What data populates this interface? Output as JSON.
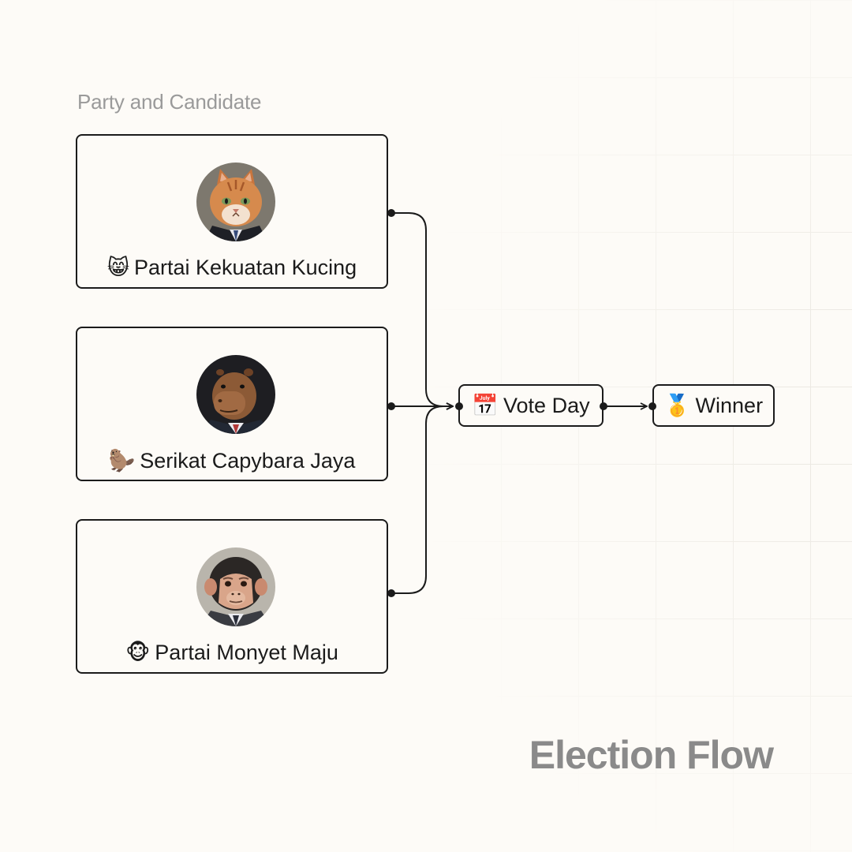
{
  "section_label": "Party and Candidate",
  "parties": [
    {
      "emoji": "😸",
      "name": "Partai Kekuatan Kucing",
      "avatar_icon": "cat-candidate-avatar"
    },
    {
      "emoji": "🦫",
      "name": "Serikat Capybara Jaya",
      "avatar_icon": "capybara-candidate-avatar"
    },
    {
      "emoji": "🐵",
      "name": "Partai Monyet Maju",
      "avatar_icon": "monkey-candidate-avatar"
    }
  ],
  "vote_day": {
    "emoji": "📅",
    "label": "Vote Day"
  },
  "winner": {
    "emoji": "🥇",
    "label": "Winner"
  },
  "footer_title": "Election Flow",
  "colors": {
    "background": "#fdfbf7",
    "stroke": "#1b1b1b",
    "muted_text": "#9a9a9a",
    "title_gray": "#8a8a8a"
  }
}
